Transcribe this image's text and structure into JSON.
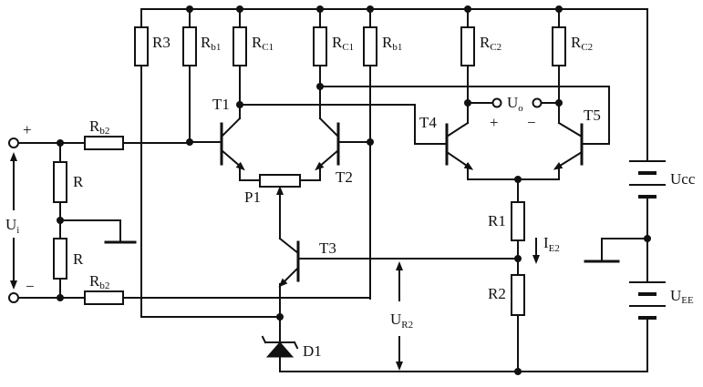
{
  "labels": {
    "R3": "R3",
    "Rb1_left": {
      "main": "R",
      "sub": "b1"
    },
    "Rc1_left": {
      "main": "R",
      "sub": "C1"
    },
    "Rc1_right": {
      "main": "R",
      "sub": "C1"
    },
    "Rb1_right": {
      "main": "R",
      "sub": "b1"
    },
    "Rc2_left": {
      "main": "R",
      "sub": "C2"
    },
    "Rc2_right": {
      "main": "R",
      "sub": "C2"
    },
    "Rb2_top": {
      "main": "R",
      "sub": "b2"
    },
    "Rb2_bottom": {
      "main": "R",
      "sub": "b2"
    },
    "R_top": "R",
    "R_bottom": "R",
    "T1": "T1",
    "T2": "T2",
    "T3": "T3",
    "T4": "T4",
    "T5": "T5",
    "P1": "P1",
    "D1": "D1",
    "R1": "R1",
    "R2": "R2",
    "Ui": {
      "main": "U",
      "sub": "i"
    },
    "Uo": {
      "main": "U",
      "sub": "o"
    },
    "Ucc": "Ucc",
    "UEE": {
      "main": "U",
      "sub": "EE"
    },
    "UR2": {
      "main": "U",
      "sub": "R2"
    },
    "IE2": {
      "main": "I",
      "sub": "E2"
    },
    "plus_in": "+",
    "minus_in": "−",
    "plus_out": "+",
    "minus_out": "−"
  }
}
